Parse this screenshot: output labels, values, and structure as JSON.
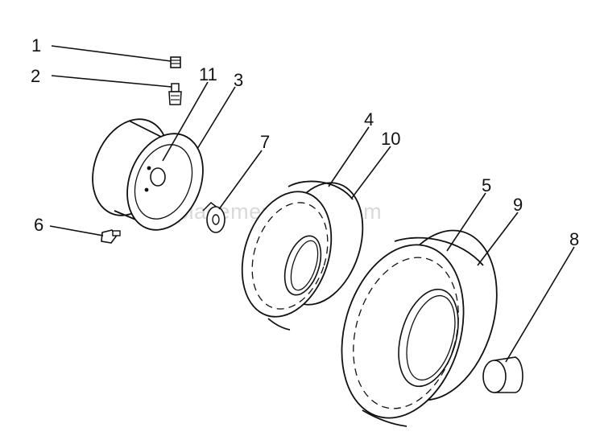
{
  "diagram": {
    "watermark": "eReplacementParts.com",
    "callouts": [
      {
        "id": "1",
        "label": "1"
      },
      {
        "id": "2",
        "label": "2"
      },
      {
        "id": "11",
        "label": "11"
      },
      {
        "id": "3",
        "label": "3"
      },
      {
        "id": "7",
        "label": "7"
      },
      {
        "id": "4",
        "label": "4"
      },
      {
        "id": "10",
        "label": "10"
      },
      {
        "id": "6",
        "label": "6"
      },
      {
        "id": "5",
        "label": "5"
      },
      {
        "id": "9",
        "label": "9"
      },
      {
        "id": "8",
        "label": "8"
      }
    ]
  }
}
